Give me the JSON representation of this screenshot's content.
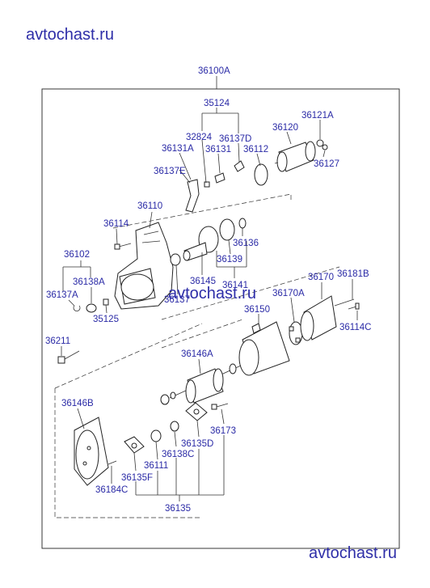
{
  "watermark_top": "avtochast.ru",
  "watermark_middle": "avtochast.ru",
  "watermark_bottom": "avtochast.ru",
  "labels": {
    "p36100A": "36100A",
    "p35124": "35124",
    "p32824": "32824",
    "p36137D": "36137D",
    "p36121A": "36121A",
    "p36120": "36120",
    "p36131A": "36131A",
    "p36131": "36131",
    "p36112": "36112",
    "p36127": "36127",
    "p36137E": "36137E",
    "p36110": "36110",
    "p36114": "36114",
    "p36136": "36136",
    "p36102": "36102",
    "p36139": "36139",
    "p36138A": "36138A",
    "p36145": "36145",
    "p36141": "36141",
    "p36137A": "36137A",
    "p36137": "36137",
    "p36170": "36170",
    "p36181B": "36181B",
    "p36170A": "36170A",
    "p35125": "35125",
    "p36150": "36150",
    "p36114C": "36114C",
    "p36211": "36211",
    "p36146A": "36146A",
    "p36146B": "36146B",
    "p36173": "36173",
    "p36135D": "36135D",
    "p36138C": "36138C",
    "p36111": "36111",
    "p36135F": "36135F",
    "p36184C": "36184C",
    "p36135": "36135"
  }
}
